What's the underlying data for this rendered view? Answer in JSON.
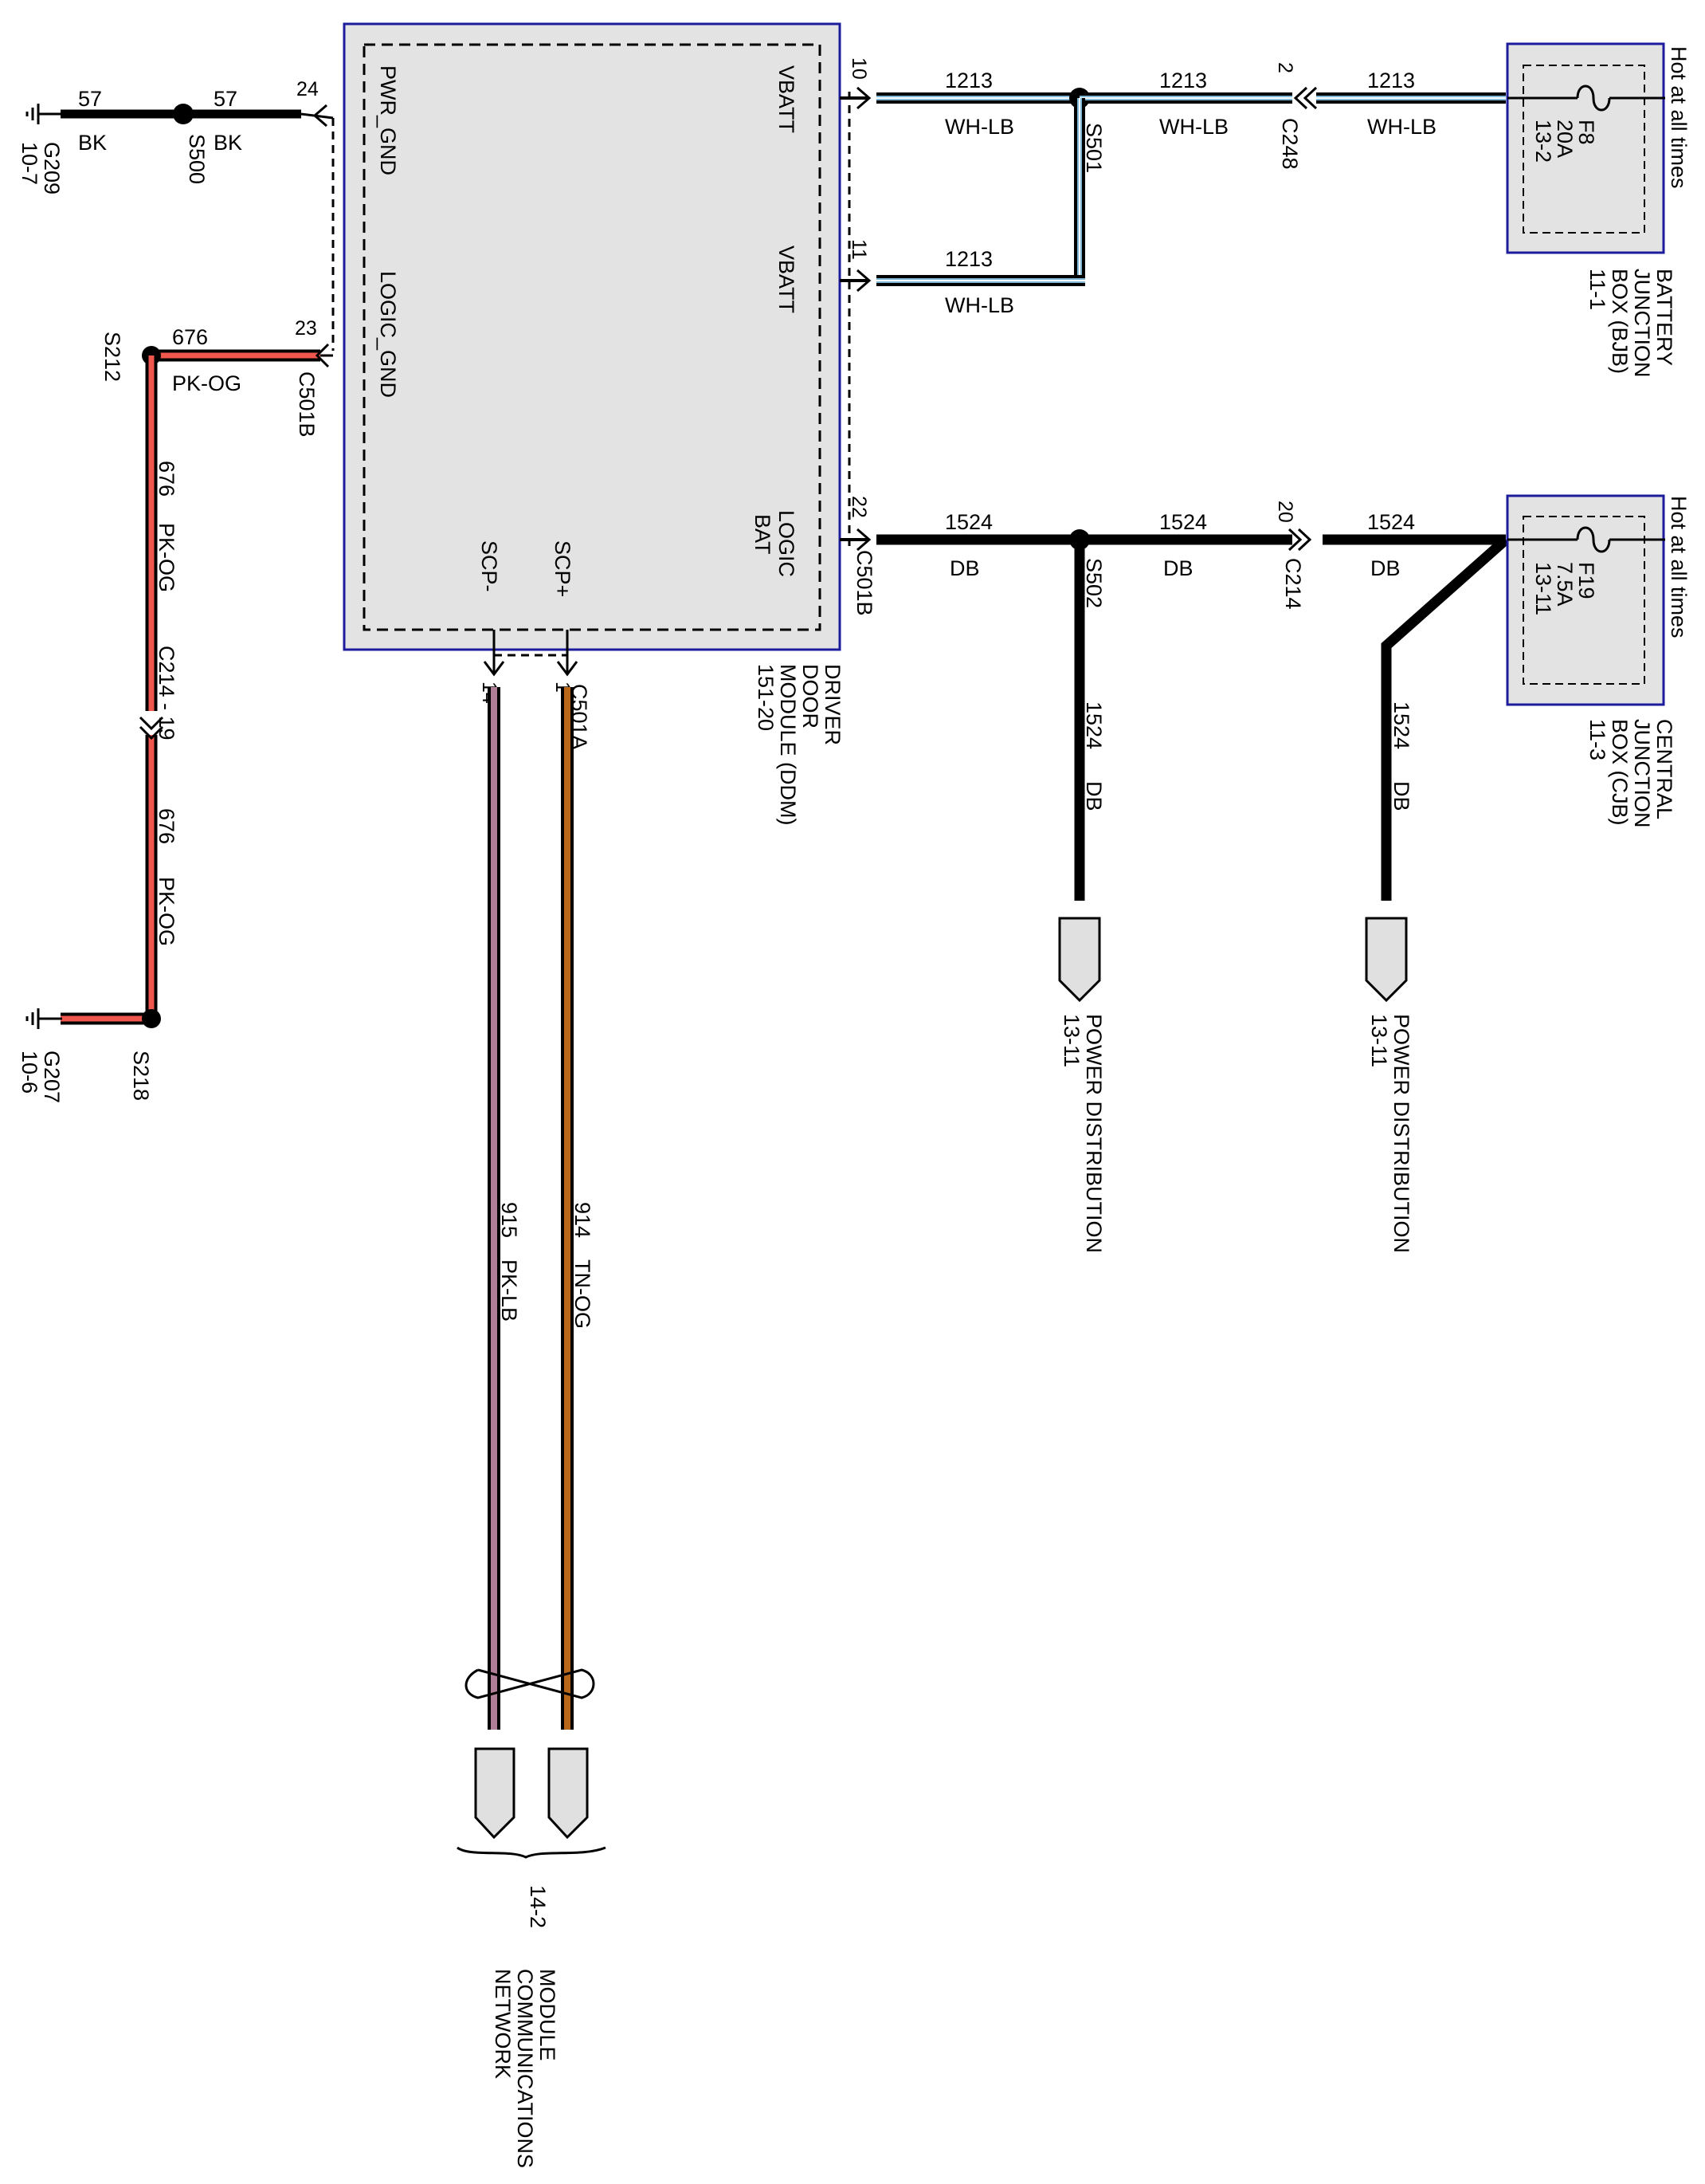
{
  "module": {
    "name_lines": [
      "DRIVER",
      "DOOR",
      "MODULE (DDM)",
      "151-20"
    ],
    "pins": {
      "pwr_gnd": "PWR_GND",
      "logic_gnd": "LOGIC_GND",
      "vbatt_1": "VBATT",
      "vbatt_2": "VBATT",
      "logic_bat_1": "LOGIC",
      "logic_bat_2": "BAT",
      "scp_minus": "SCP-",
      "scp_plus": "SCP+"
    },
    "pin_numbers": {
      "p24": "24",
      "p23": "23",
      "p10": "10",
      "p11": "11",
      "p22": "22",
      "p14": "14",
      "p1": "1"
    }
  },
  "connectors": {
    "c501b_a": "C501B",
    "c501b_b": "C501B",
    "c501a": "C501A",
    "c248": "C248",
    "c214_top": "C214",
    "c214_left": "C214 - 19"
  },
  "connector_pins": {
    "c248_pin": "2",
    "c214_pin": "20"
  },
  "splices": {
    "s500": "S500",
    "s501": "S501",
    "s502": "S502",
    "s212": "S212",
    "s218": "S218"
  },
  "grounds": {
    "g209": {
      "name": "G209",
      "page": "10-7"
    },
    "g207": {
      "name": "G207",
      "page": "10-6"
    }
  },
  "wires": {
    "w57a": {
      "circuit": "57",
      "color": "BK"
    },
    "w57b": {
      "circuit": "57",
      "color": "BK"
    },
    "w676_top": {
      "circuit": "676",
      "color": "PK-OG"
    },
    "w676_v1": {
      "circuit": "676",
      "color": "PK-OG"
    },
    "w676_v2": {
      "circuit": "676",
      "color": "PK-OG"
    },
    "w1213_a": {
      "circuit": "1213",
      "color": "WH-LB"
    },
    "w1213_b": {
      "circuit": "1213",
      "color": "WH-LB"
    },
    "w1213_c": {
      "circuit": "1213",
      "color": "WH-LB"
    },
    "w1213_d": {
      "circuit": "1213",
      "color": "WH-LB"
    },
    "w1524_a": {
      "circuit": "1524",
      "color": "DB"
    },
    "w1524_b": {
      "circuit": "1524",
      "color": "DB"
    },
    "w1524_c": {
      "circuit": "1524",
      "color": "DB"
    },
    "w1524_v1": {
      "circuit": "1524",
      "color": "DB"
    },
    "w1524_v2": {
      "circuit": "1524",
      "color": "DB"
    },
    "w915": {
      "circuit": "915",
      "color": "PK-LB"
    },
    "w914": {
      "circuit": "914",
      "color": "TN-OG"
    }
  },
  "fuse_boxes": {
    "bjb": {
      "hot_label": "Hot at all times",
      "fuse": "F8",
      "rating": "20A",
      "ref": "13-2",
      "name_lines": [
        "BATTERY",
        "JUNCTION",
        "BOX (BJB)",
        "11-1"
      ]
    },
    "cjb": {
      "hot_label": "Hot at all times",
      "fuse": "F19",
      "rating": "7.5A",
      "ref": "13-11",
      "name_lines": [
        "CENTRAL",
        "JUNCTION",
        "BOX (CJB)",
        "11-3"
      ]
    }
  },
  "destinations": {
    "pd1": {
      "name": "POWER DISTRIBUTION",
      "ref": "13-11"
    },
    "pd2": {
      "name": "POWER DISTRIBUTION",
      "ref": "13-11"
    },
    "mcn": {
      "ref": "14-2",
      "name_lines": [
        "MODULE",
        "COMMUNICATIONS",
        "NETWORK"
      ]
    }
  },
  "colors": {
    "black": "#000000",
    "box_border": "#1c1c9c",
    "box_fill": "#e3e3e3",
    "pk_og": "#f0574d",
    "wh_lb": "#7fb7d6",
    "pk_lb": "#b07e96",
    "tn_og": "#b8661a",
    "connector_fill": "#e0e0e0"
  }
}
